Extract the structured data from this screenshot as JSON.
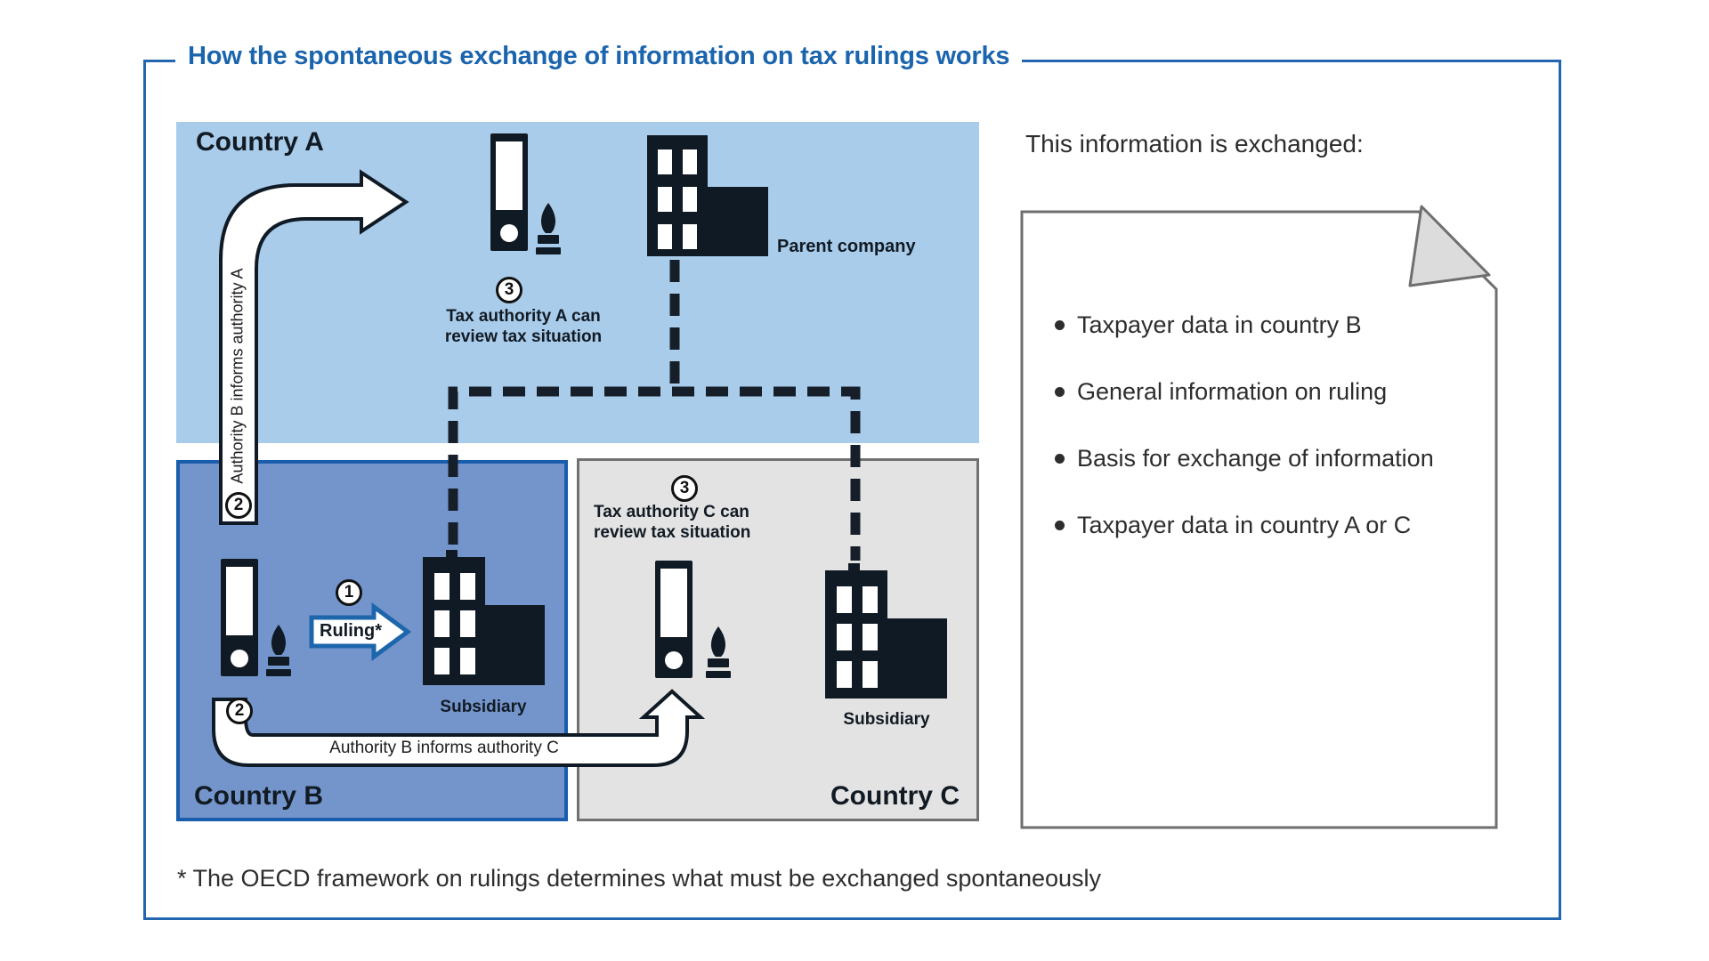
{
  "title": "How the spontaneous exchange of information on tax rulings works",
  "footnote": "* The OECD framework on rulings determines what must be exchanged spontaneously",
  "countries": {
    "a": {
      "label": "Country A"
    },
    "b": {
      "label": "Country B"
    },
    "c": {
      "label": "Country C"
    }
  },
  "diagram": {
    "parent_company": "Parent company",
    "subsidiary_b": "Subsidiary",
    "subsidiary_c": "Subsidiary",
    "ruling": "Ruling*",
    "authority_a_review_line1": "Tax authority A can",
    "authority_a_review_line2": "review tax situation",
    "authority_c_review_line1": "Tax authority C can",
    "authority_c_review_line2": "review tax situation",
    "arrow_b_to_a": "Authority B informs authority A",
    "arrow_b_to_c": "Authority B informs authority C",
    "steps": {
      "ruling": "1",
      "inform_a": "2",
      "inform_c": "2",
      "review_a": "3",
      "review_c": "3"
    }
  },
  "info_panel": {
    "heading": "This information is exchanged:",
    "bullets": [
      "Taxpayer data in country B",
      "General information on ruling",
      "Basis for exchange of information",
      "Taxpayer data in country A or C"
    ]
  },
  "colors": {
    "accent_blue": "#1B64AE",
    "country_a_fill": "#A9CCEB",
    "country_b_fill": "#7495CB",
    "country_b_border": "#1A5DAD",
    "country_c_fill": "#E3E3E3",
    "country_c_border": "#717171",
    "icon_dark": "#101A24",
    "ruling_arrow_border": "#1E66AC",
    "document_border": "#6F6F6F",
    "fold_fill": "#DCDCDC",
    "text_dark": "#2D2D2D"
  }
}
